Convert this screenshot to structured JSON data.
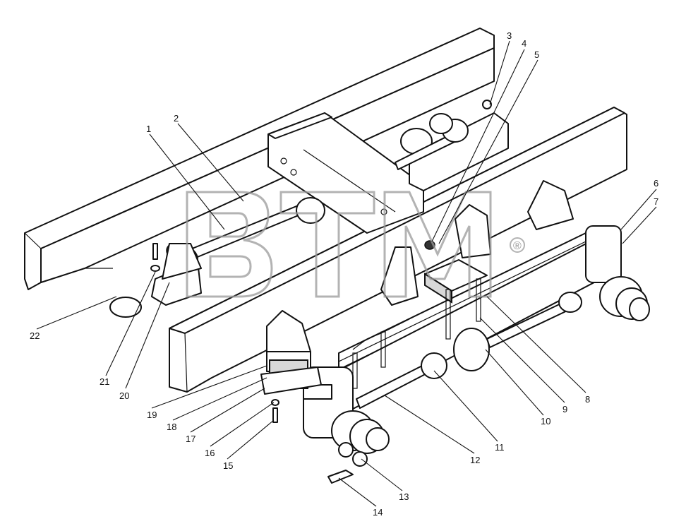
{
  "callouts": [
    {
      "n": "1"
    },
    {
      "n": "2"
    },
    {
      "n": "3"
    },
    {
      "n": "4"
    },
    {
      "n": "5"
    },
    {
      "n": "6"
    },
    {
      "n": "7"
    },
    {
      "n": "8"
    },
    {
      "n": "9"
    },
    {
      "n": "10"
    },
    {
      "n": "11"
    },
    {
      "n": "12"
    },
    {
      "n": "13"
    },
    {
      "n": "14"
    },
    {
      "n": "15"
    },
    {
      "n": "16"
    },
    {
      "n": "17"
    },
    {
      "n": "18"
    },
    {
      "n": "19"
    },
    {
      "n": "20"
    },
    {
      "n": "21"
    },
    {
      "n": "22"
    }
  ],
  "watermark": {
    "text": "BTM",
    "mark": "®"
  }
}
